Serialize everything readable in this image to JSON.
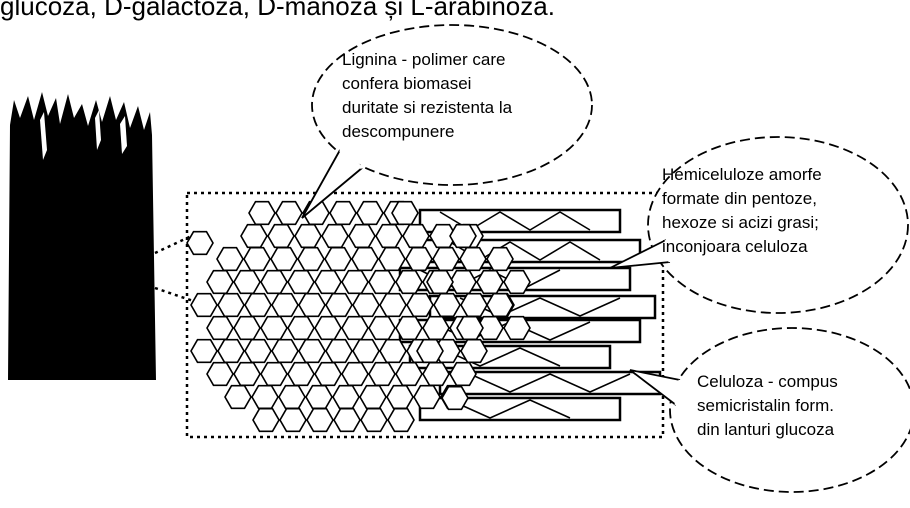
{
  "header_fragment": "glucoza, D-galactoza, D-manoza și L-arabinoza.",
  "callouts": {
    "lignin": {
      "lines": [
        "Lignina - polimer care",
        "confera biomasei",
        "duritate si rezistenta la",
        "descompunere"
      ]
    },
    "hemicellulose": {
      "lines": [
        "Hemiceluloze amorfe",
        "formate din pentoze,",
        "hexoze si acizi grasi;",
        "inconjoara celuloza"
      ]
    },
    "cellulose": {
      "lines": [
        "Celuloza - compus",
        "semicristalin form.",
        "din lanturi glucoza"
      ]
    }
  },
  "colors": {
    "ink": "#000000",
    "background": "#ffffff"
  }
}
